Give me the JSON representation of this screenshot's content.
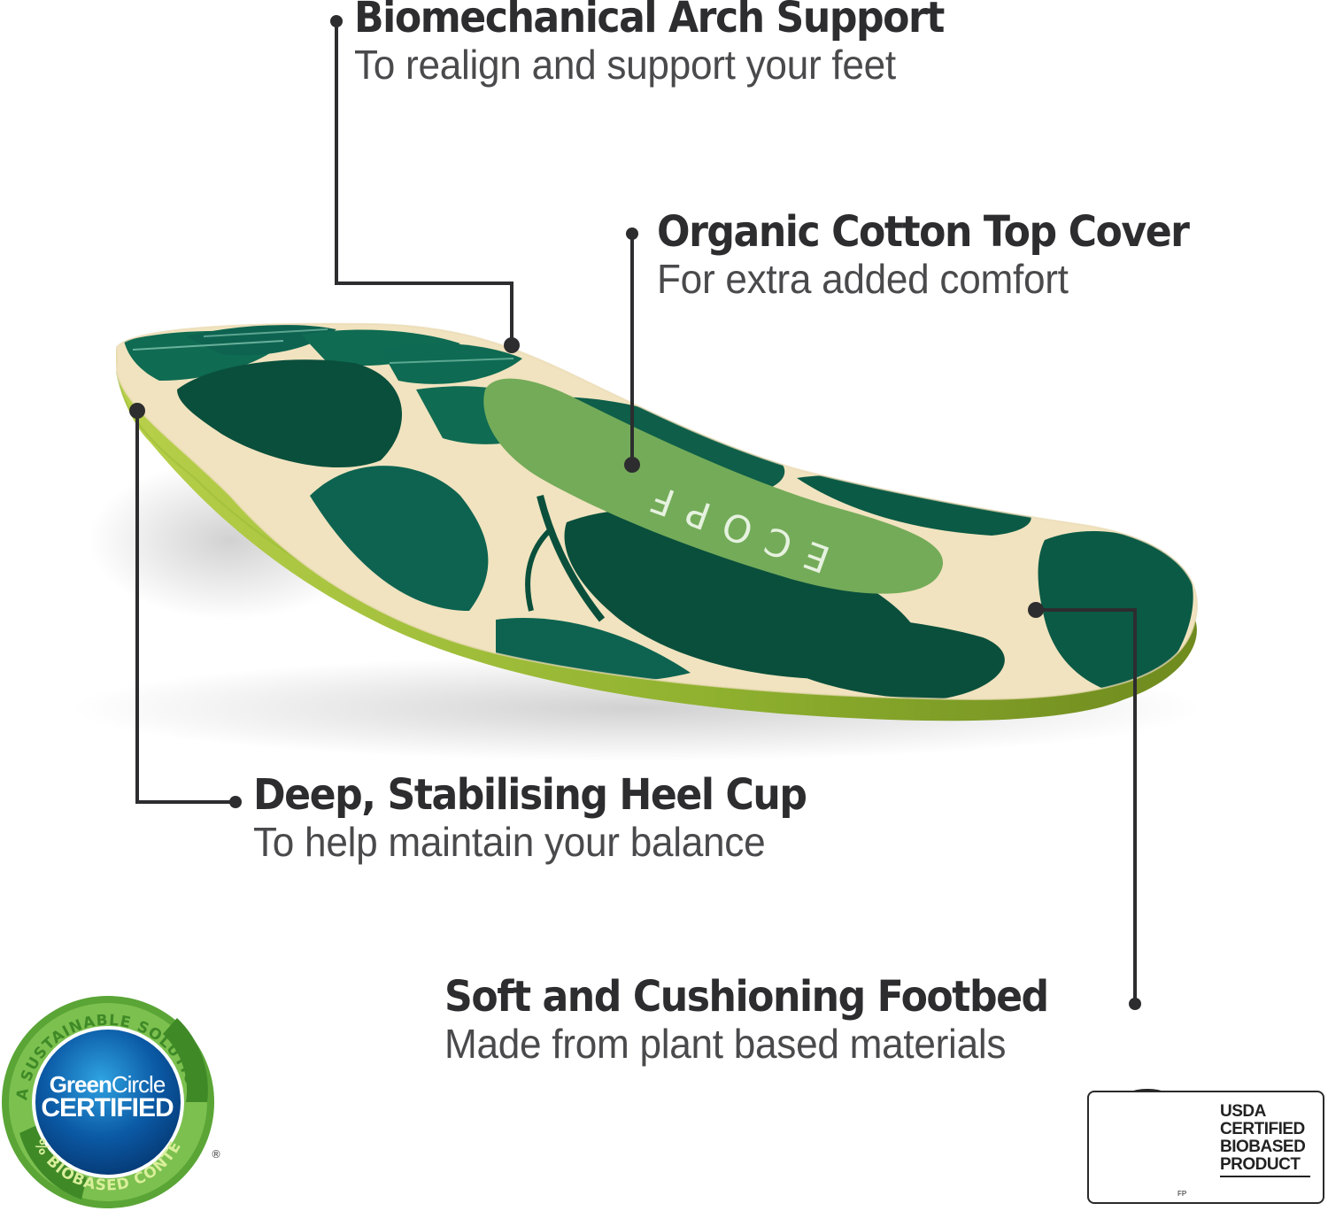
{
  "callouts": [
    {
      "title": "Biomechanical Arch Support",
      "subtitle": "To realign and support your feet"
    },
    {
      "title": "Organic Cotton Top Cover",
      "subtitle": "For extra added comfort"
    },
    {
      "title": "Deep, Stabilising Heel Cup",
      "subtitle": "To help maintain your balance"
    },
    {
      "title": "Soft and Cushioning Footbed",
      "subtitle": "Made from plant based materials"
    }
  ],
  "product": {
    "insole_print_text": "ECOPF",
    "colors": {
      "dark_green": "#0b5a45",
      "leaf_green": "#0f6b52",
      "light_green": "#74ab59",
      "cream": "#f1e3bf",
      "base_lime": "#a9c43a",
      "line": "#2d2d2f"
    }
  },
  "badges": {
    "greencircle": {
      "top_arc": "A SUSTAINABLE SOLUTION",
      "bottom_arc": "76% BIOBASED CONTENT",
      "brand_green": "Green",
      "brand_circle": "Circle",
      "certified": "CERTIFIED",
      "registered": "®"
    },
    "usda": {
      "lines": [
        "USDA",
        "CERTIFIED",
        "BIOBASED",
        "PRODUCT"
      ],
      "fp": "FP"
    }
  }
}
